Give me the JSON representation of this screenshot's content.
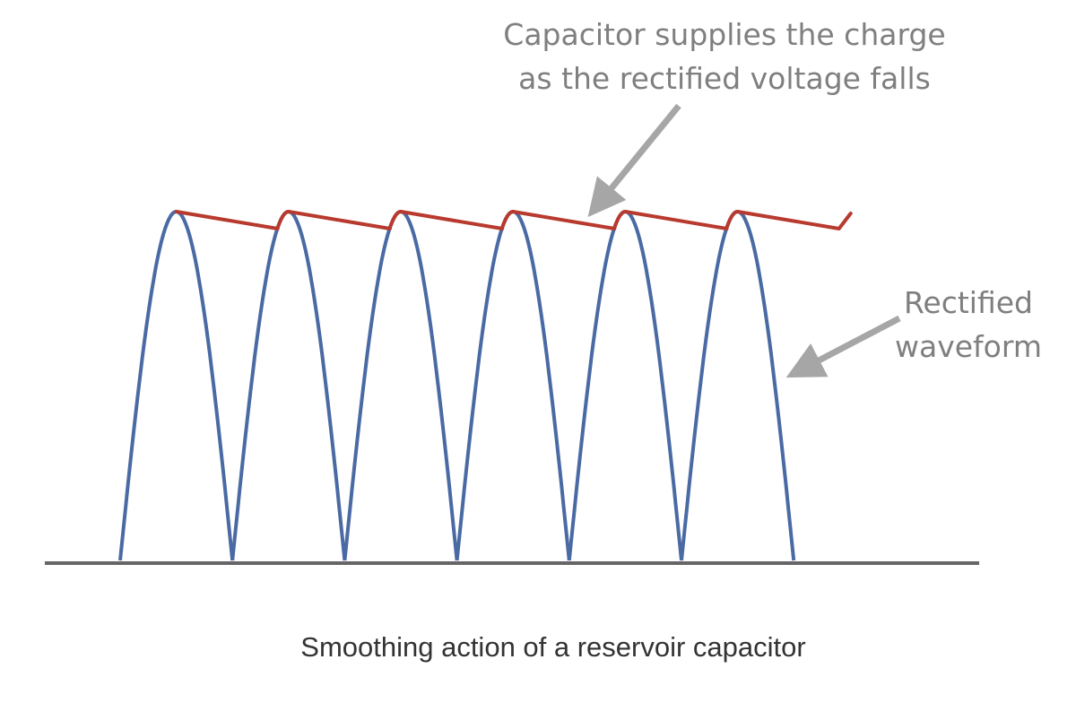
{
  "caption": "Smoothing action of a reservoir capacitor",
  "annotations": {
    "capacitor_line1": "Capacitor supplies the charge",
    "capacitor_line2": "as the rectified voltage falls",
    "rectified_line1": "Rectified",
    "rectified_line2": "waveform"
  },
  "colors": {
    "rectified_waveform": "#4a6aa4",
    "smoothed_output": "#b83a2e",
    "baseline": "#666666",
    "arrow": "#a6a6a6",
    "annotation_text": "#7f7f7f",
    "caption_text": "#333333"
  },
  "waveform": {
    "half_cycles": 6,
    "output_ripple_cycles": 6
  }
}
